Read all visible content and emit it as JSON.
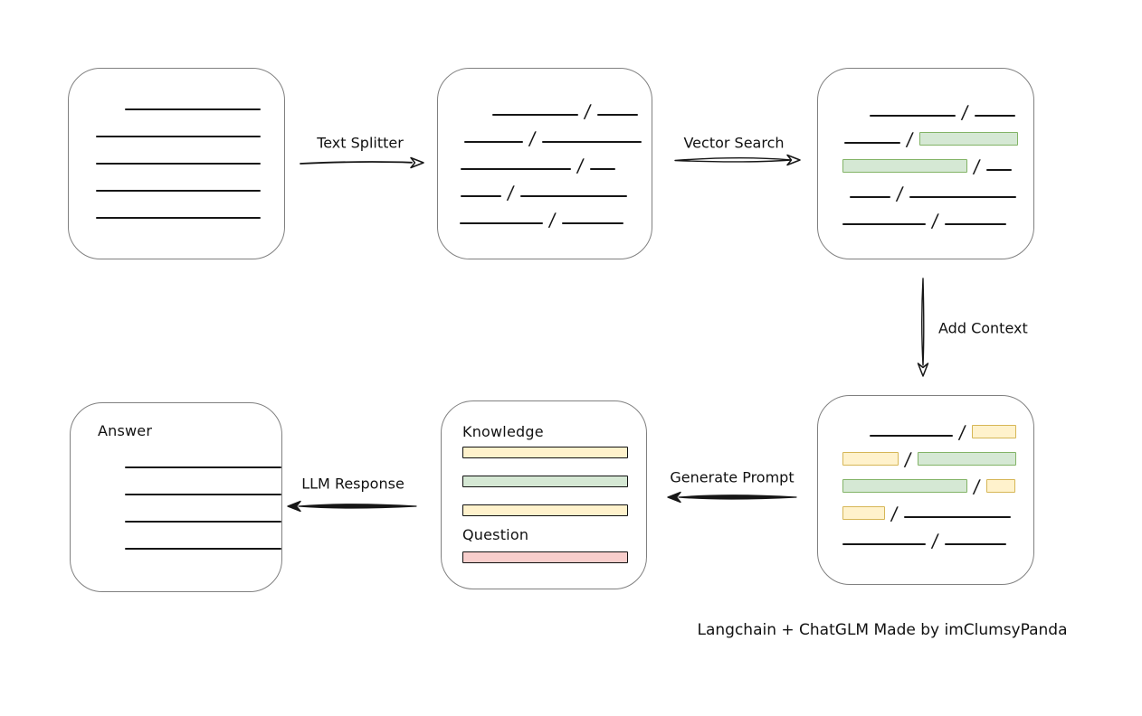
{
  "caption": "Langchain + ChatGLM Made by imClumsyPanda",
  "arrows": {
    "text_splitter": "Text Splitter",
    "vector_search": "Vector Search",
    "add_context": "Add Context",
    "generate_prompt": "Generate Prompt",
    "llm_response": "LLM Response"
  },
  "colors": {
    "green_fill": "#d5e8d4",
    "green_border": "#82b366",
    "yellow_fill": "#fff2cc",
    "yellow_border": "#d6b656",
    "red_fill": "#f8cecc",
    "red_border": "#b85450",
    "box_border": "#808080",
    "line": "#161616"
  },
  "nodes": {
    "document": {
      "rows": [
        {
          "indent": 32,
          "segs": [
            {
              "t": "line",
              "w": 150
            }
          ]
        },
        {
          "indent": 0,
          "segs": [
            {
              "t": "line",
              "w": 182
            }
          ]
        },
        {
          "indent": 0,
          "segs": [
            {
              "t": "line",
              "w": 182
            }
          ]
        },
        {
          "indent": 0,
          "segs": [
            {
              "t": "line",
              "w": 182
            }
          ]
        },
        {
          "indent": 0,
          "segs": [
            {
              "t": "line",
              "w": 182
            }
          ]
        }
      ]
    },
    "split_chunks": {
      "rows": [
        {
          "indent": 45,
          "segs": [
            {
              "t": "line",
              "w": 95
            },
            {
              "t": "slash"
            },
            {
              "t": "line",
              "w": 45
            }
          ]
        },
        {
          "indent": 14,
          "segs": [
            {
              "t": "line",
              "w": 65
            },
            {
              "t": "slash"
            },
            {
              "t": "line",
              "w": 110
            }
          ]
        },
        {
          "indent": 10,
          "segs": [
            {
              "t": "line",
              "w": 122
            },
            {
              "t": "slash"
            },
            {
              "t": "line",
              "w": 28
            }
          ]
        },
        {
          "indent": 10,
          "segs": [
            {
              "t": "line",
              "w": 45
            },
            {
              "t": "slash"
            },
            {
              "t": "line",
              "w": 118
            }
          ]
        },
        {
          "indent": 9,
          "segs": [
            {
              "t": "line",
              "w": 92
            },
            {
              "t": "slash"
            },
            {
              "t": "line",
              "w": 68
            }
          ]
        }
      ]
    },
    "search_result": {
      "rows": [
        {
          "indent": 42,
          "segs": [
            {
              "t": "line",
              "w": 95
            },
            {
              "t": "slash"
            },
            {
              "t": "line",
              "w": 45
            }
          ]
        },
        {
          "indent": 14,
          "segs": [
            {
              "t": "line",
              "w": 62
            },
            {
              "t": "slash"
            },
            {
              "t": "chunk",
              "c": "green",
              "w": 107
            }
          ]
        },
        {
          "indent": 12,
          "segs": [
            {
              "t": "chunk",
              "c": "green",
              "w": 136
            },
            {
              "t": "slash"
            },
            {
              "t": "line",
              "w": 28
            }
          ]
        },
        {
          "indent": 20,
          "segs": [
            {
              "t": "line",
              "w": 45
            },
            {
              "t": "slash"
            },
            {
              "t": "line",
              "w": 118
            }
          ]
        },
        {
          "indent": 12,
          "segs": [
            {
              "t": "line",
              "w": 92
            },
            {
              "t": "slash"
            },
            {
              "t": "line",
              "w": 68
            }
          ]
        }
      ]
    },
    "context_result": {
      "rows": [
        {
          "indent": 42,
          "segs": [
            {
              "t": "line",
              "w": 92
            },
            {
              "t": "slash"
            },
            {
              "t": "chunk",
              "c": "yellow",
              "w": 47
            }
          ]
        },
        {
          "indent": 12,
          "segs": [
            {
              "t": "chunk",
              "c": "yellow",
              "w": 60
            },
            {
              "t": "slash"
            },
            {
              "t": "chunk",
              "c": "green",
              "w": 107
            }
          ]
        },
        {
          "indent": 12,
          "segs": [
            {
              "t": "chunk",
              "c": "green",
              "w": 136
            },
            {
              "t": "slash"
            },
            {
              "t": "chunk",
              "c": "yellow",
              "w": 30
            }
          ]
        },
        {
          "indent": 12,
          "segs": [
            {
              "t": "chunk",
              "c": "yellow",
              "w": 45
            },
            {
              "t": "slash"
            },
            {
              "t": "line",
              "w": 118
            }
          ]
        },
        {
          "indent": 12,
          "segs": [
            {
              "t": "line",
              "w": 92
            },
            {
              "t": "slash"
            },
            {
              "t": "line",
              "w": 68
            }
          ]
        }
      ]
    },
    "prompt": {
      "knowledge_label": "Knowledge",
      "knowledge_bars": [
        "yellow",
        "green",
        "yellow"
      ],
      "question_label": "Question",
      "question_bars": [
        "red"
      ]
    },
    "answer": {
      "label": "Answer",
      "rows": [
        {
          "indent": 0,
          "segs": [
            {
              "t": "line",
              "w": 180
            }
          ]
        },
        {
          "indent": 0,
          "segs": [
            {
              "t": "line",
              "w": 180
            }
          ]
        },
        {
          "indent": 0,
          "segs": [
            {
              "t": "line",
              "w": 180
            }
          ]
        },
        {
          "indent": 0,
          "segs": [
            {
              "t": "line",
              "w": 180
            }
          ]
        }
      ]
    }
  }
}
